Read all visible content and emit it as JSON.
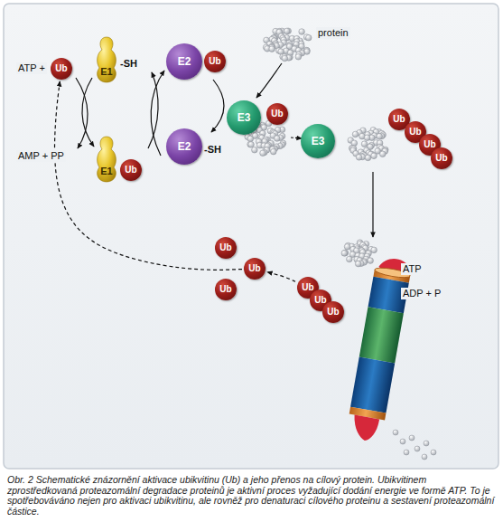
{
  "diagram": {
    "caption": "Obr. 2 Schematické znázornění aktivace ubikvitinu (Ub) a jeho přenos na cílový protein. Ubikvitinem zprostředkovaná proteazomální degradace proteinů je aktivní proces vyžadující dodání energie ve formě ATP. To je spotřebováváno nejen pro aktivaci ubikvitinu, ale rovněž pro denaturaci cílového proteinu a sestavení proteazomální částice.",
    "nodes": [
      {
        "text": [
          "Ub"
        ]
      },
      {
        "text": [
          "E1",
          "-SH"
        ]
      },
      {
        "text": [
          "E2"
        ]
      },
      {
        "text": [
          "Ub"
        ]
      },
      {
        "text": [
          "E1"
        ]
      },
      {
        "text": [
          "Ub"
        ]
      },
      {
        "text": [
          "E2",
          "-SH"
        ]
      },
      {
        "text": [
          "E3"
        ]
      },
      {
        "text": [
          "Ub"
        ]
      },
      {
        "text": [
          "E3"
        ]
      },
      {
        "text": [
          "Ub"
        ]
      },
      {
        "text": [
          "Ub"
        ]
      },
      {
        "text": [
          "Ub"
        ]
      },
      {
        "text": [
          "Ub"
        ]
      },
      {
        "text": [
          "Ub"
        ]
      },
      {
        "text": [
          "Ub"
        ]
      },
      {
        "text": [
          "Ub"
        ]
      },
      {
        "text": [
          "Ub"
        ]
      },
      {
        "text": [
          "Ub"
        ]
      },
      {
        "text": [
          "Ub"
        ]
      }
    ],
    "edges": [
      {
        "from": 15,
        "to": 0,
        "arrow": "to"
      },
      {
        "from": 17,
        "to": 15,
        "arrow": "to"
      }
    ],
    "labels": [
      "ATP +",
      "AMP + PP",
      "protein",
      "ATP",
      "ADP + P"
    ]
  }
}
